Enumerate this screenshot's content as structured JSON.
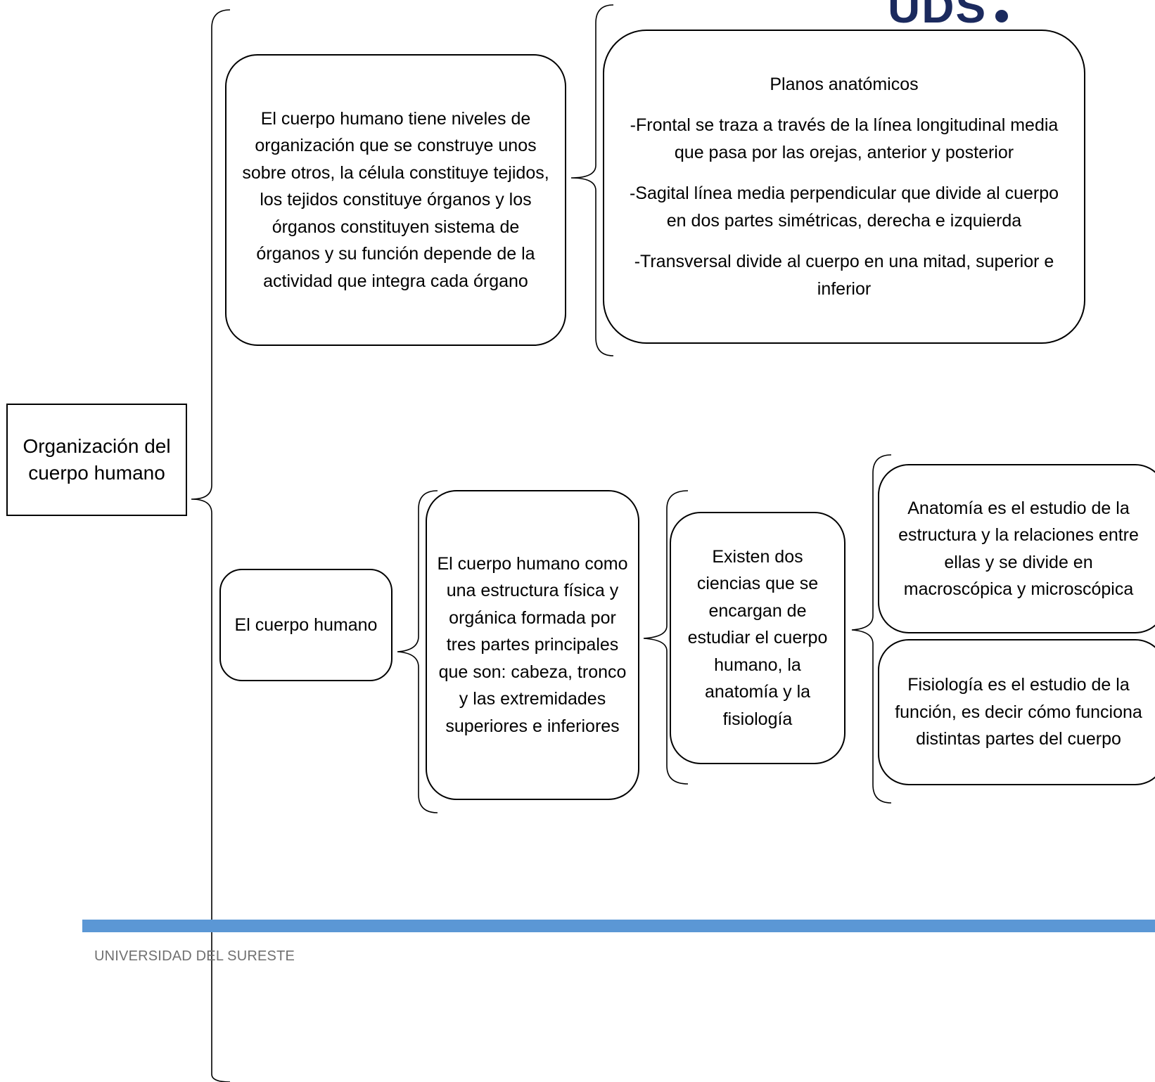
{
  "logo": {
    "text": "UDS"
  },
  "root": {
    "label": "Organización del cuerpo humano"
  },
  "top": {
    "organization_text": "El cuerpo humano tiene niveles de organización que se construye unos sobre otros, la célula constituye tejidos, los tejidos constituye órganos y los órganos constituyen sistema de órganos y su función depende de la actividad que integra cada órgano",
    "planes": {
      "title": "Planos anatómicos",
      "items": [
        "-Frontal se traza a través de la línea longitudinal media que pasa por las orejas, anterior y posterior",
        "-Sagital línea media perpendicular que divide al cuerpo en dos partes simétricas, derecha e izquierda",
        "-Transversal divide al cuerpo en una mitad, superior e inferior"
      ]
    }
  },
  "bottom": {
    "body_label": "El cuerpo humano",
    "structure_text": "El cuerpo humano como una estructura física y orgánica formada por tres partes principales que son: cabeza, tronco y las extremidades superiores e inferiores",
    "sciences_text": "Existen dos ciencias que se encargan de estudiar el cuerpo humano, la anatomía y la fisiología",
    "anatomy_text": "Anatomía es el estudio de la estructura y la relaciones entre ellas y se divide en macroscópica y microscópica",
    "physiology_text": "Fisiología es el estudio de la función, es decir cómo funciona distintas partes del cuerpo"
  },
  "footer": {
    "text": "UNIVERSIDAD DEL SURESTE"
  },
  "colors": {
    "footer_bar": "#5b97d5",
    "logo": "#1b2a5e",
    "footer_text": "#707070"
  }
}
